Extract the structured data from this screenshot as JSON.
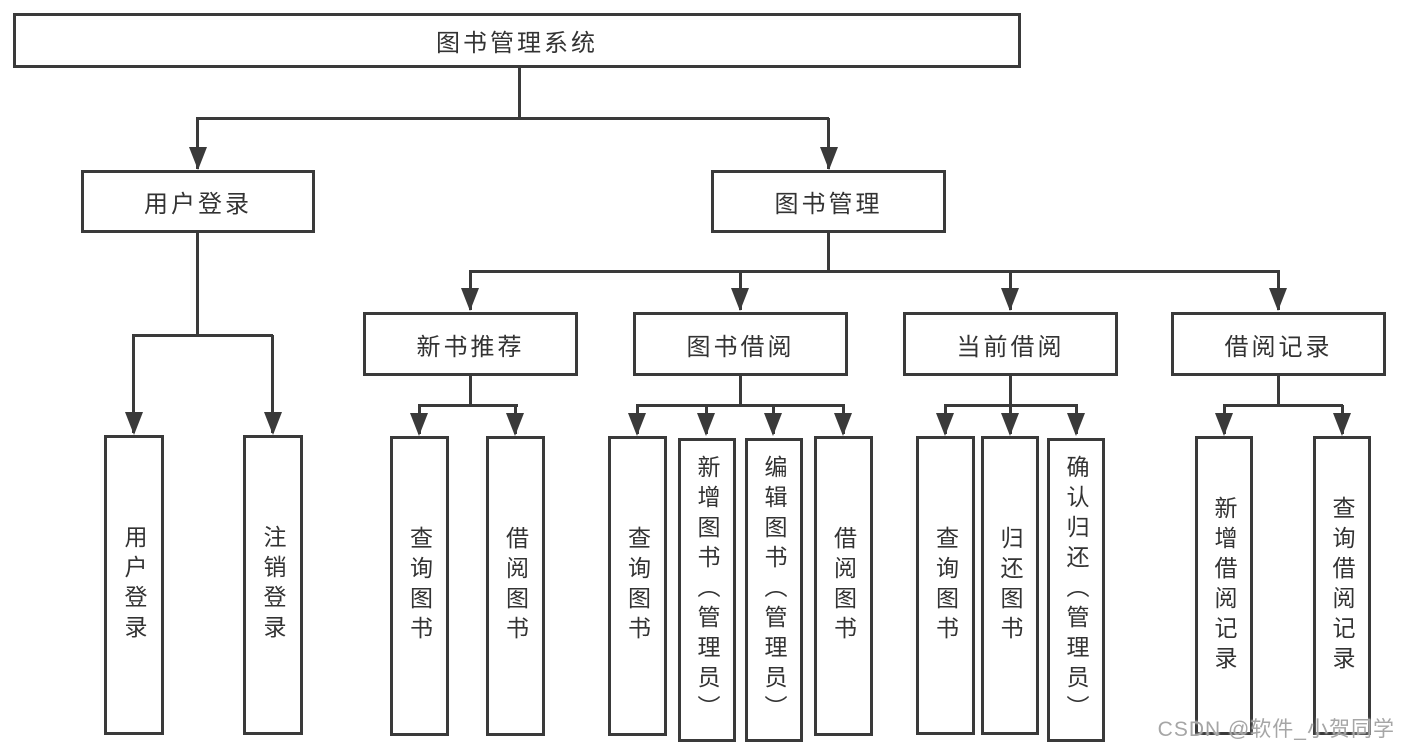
{
  "nodes": {
    "root": "图书管理系统",
    "userLogin": "用户登录",
    "bookMgmt": "图书管理",
    "newBookRec": "新书推荐",
    "bookBorrow": "图书借阅",
    "currentBorrow": "当前借阅",
    "borrowRecords": "借阅记录",
    "ulLogin": "用户登录",
    "ulLogout": "注销登录",
    "nbrQuery": "查询图书",
    "nbrBorrow": "借阅图书",
    "bbQuery": "查询图书",
    "bbAdd": "新增图书（管理员）",
    "bbEdit": "编辑图书（管理员）",
    "bbBorrow": "借阅图书",
    "cbQuery": "查询图书",
    "cbReturn": "归还图书",
    "cbConfirm": "确认归还（管理员）",
    "brAdd": "新增借阅记录",
    "brQuery": "查询借阅记录"
  },
  "hierarchy": {
    "图书管理系统": [
      "用户登录",
      "图书管理"
    ],
    "用户登录": [
      "用户登录",
      "注销登录"
    ],
    "图书管理": [
      "新书推荐",
      "图书借阅",
      "当前借阅",
      "借阅记录"
    ],
    "新书推荐": [
      "查询图书",
      "借阅图书"
    ],
    "图书借阅": [
      "查询图书",
      "新增图书（管理员）",
      "编辑图书（管理员）",
      "借阅图书"
    ],
    "当前借阅": [
      "查询图书",
      "归还图书",
      "确认归还（管理员）"
    ],
    "借阅记录": [
      "新增借阅记录",
      "查询借阅记录"
    ]
  },
  "watermark": "CSDN @软件_小贺同学",
  "colors": {
    "line": "#3a3a3a",
    "text": "#333333",
    "watermark": "#a6a6a6",
    "background": "#ffffff"
  }
}
